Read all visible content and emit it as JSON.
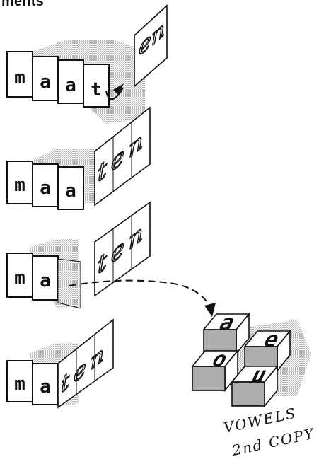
{
  "title": "ments",
  "rows": [
    {
      "tiles": [
        "m",
        "a",
        "a",
        "t"
      ],
      "panel": "en"
    },
    {
      "tiles": [
        "m",
        "a",
        "a"
      ],
      "panel": "ten"
    },
    {
      "tiles": [
        "m",
        "a"
      ],
      "panel": "ten"
    },
    {
      "tiles": [
        "m",
        "a"
      ],
      "panel": "ten"
    }
  ],
  "vowels": [
    "a",
    "e",
    "o",
    "u"
  ],
  "caption": {
    "line1": "VOWELS",
    "line2": "2nd COPY"
  }
}
